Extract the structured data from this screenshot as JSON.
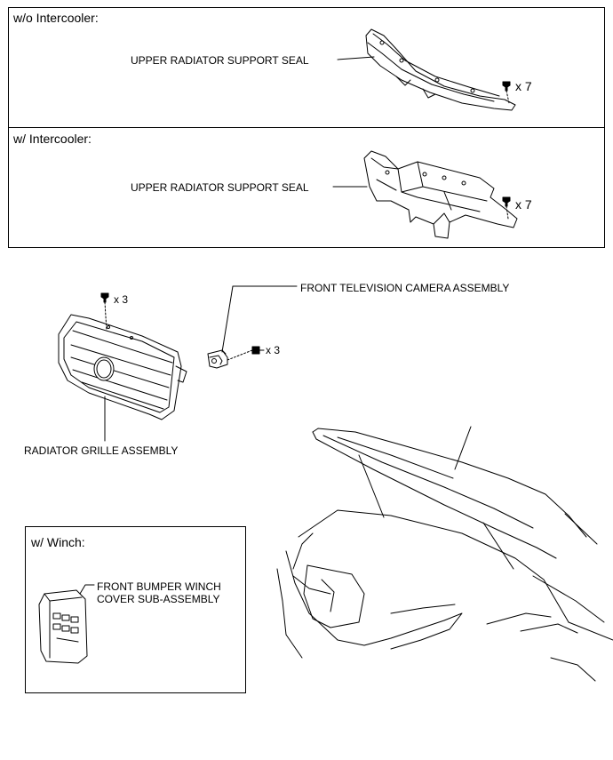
{
  "panels": {
    "without_intercooler": {
      "header": "w/o Intercooler:",
      "part_label": "UPPER RADIATOR SUPPORT SEAL",
      "qty": "x 7"
    },
    "with_intercooler": {
      "header": "w/ Intercooler:",
      "part_label": "UPPER RADIATOR SUPPORT SEAL",
      "qty": "x 7"
    },
    "with_winch": {
      "header": "w/ Winch:",
      "part_label_line1": "FRONT BUMPER WINCH",
      "part_label_line2": "COVER SUB-ASSEMBLY"
    }
  },
  "parts": {
    "grille": {
      "label": "RADIATOR GRILLE ASSEMBLY",
      "qty": "x 3"
    },
    "camera": {
      "label": "FRONT TELEVISION CAMERA ASSEMBLY",
      "qty": "x 3"
    }
  },
  "icons": [
    "clip-icon",
    "screw-icon",
    "bolt-icon"
  ]
}
